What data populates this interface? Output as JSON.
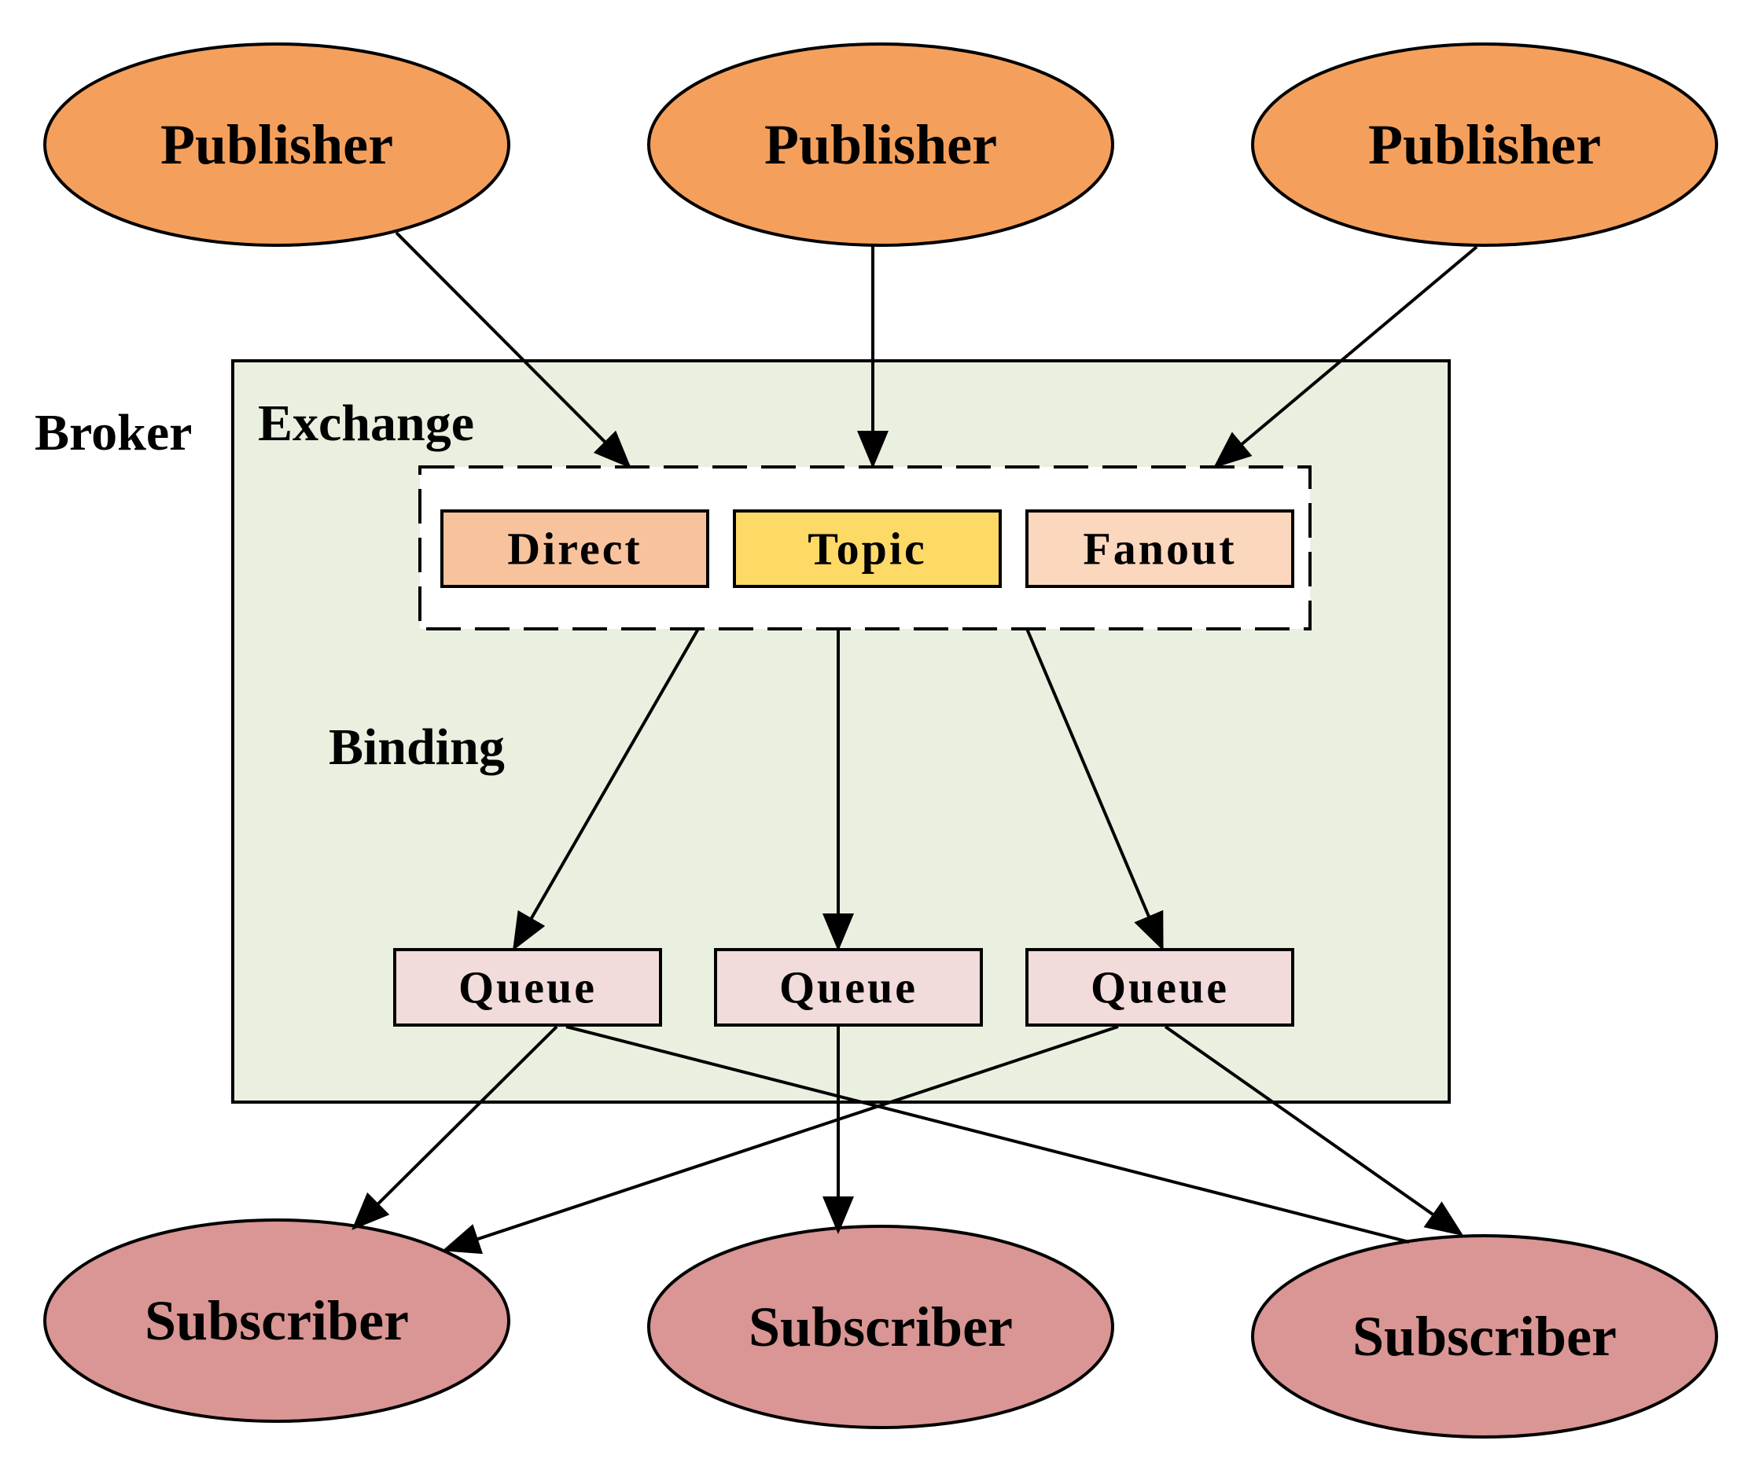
{
  "labels": {
    "broker": "Broker",
    "exchange": "Exchange",
    "binding": "Binding"
  },
  "publishers": [
    {
      "label": "Publisher"
    },
    {
      "label": "Publisher"
    },
    {
      "label": "Publisher"
    }
  ],
  "exchanges": [
    {
      "label": "Direct",
      "color": "#F8C39C"
    },
    {
      "label": "Topic",
      "color": "#FDD966"
    },
    {
      "label": "Fanout",
      "color": "#FBD7BE"
    }
  ],
  "queues": [
    {
      "label": "Queue"
    },
    {
      "label": "Queue"
    },
    {
      "label": "Queue"
    }
  ],
  "subscribers": [
    {
      "label": "Subscriber"
    },
    {
      "label": "Subscriber"
    },
    {
      "label": "Subscriber"
    }
  ],
  "colors": {
    "publisher_fill": "#F4A05C",
    "subscriber_fill": "#D99694",
    "broker_fill": "#EAF0DF",
    "queue_fill": "#F1DCDB",
    "exchange_group_fill": "#FFFFFF"
  }
}
